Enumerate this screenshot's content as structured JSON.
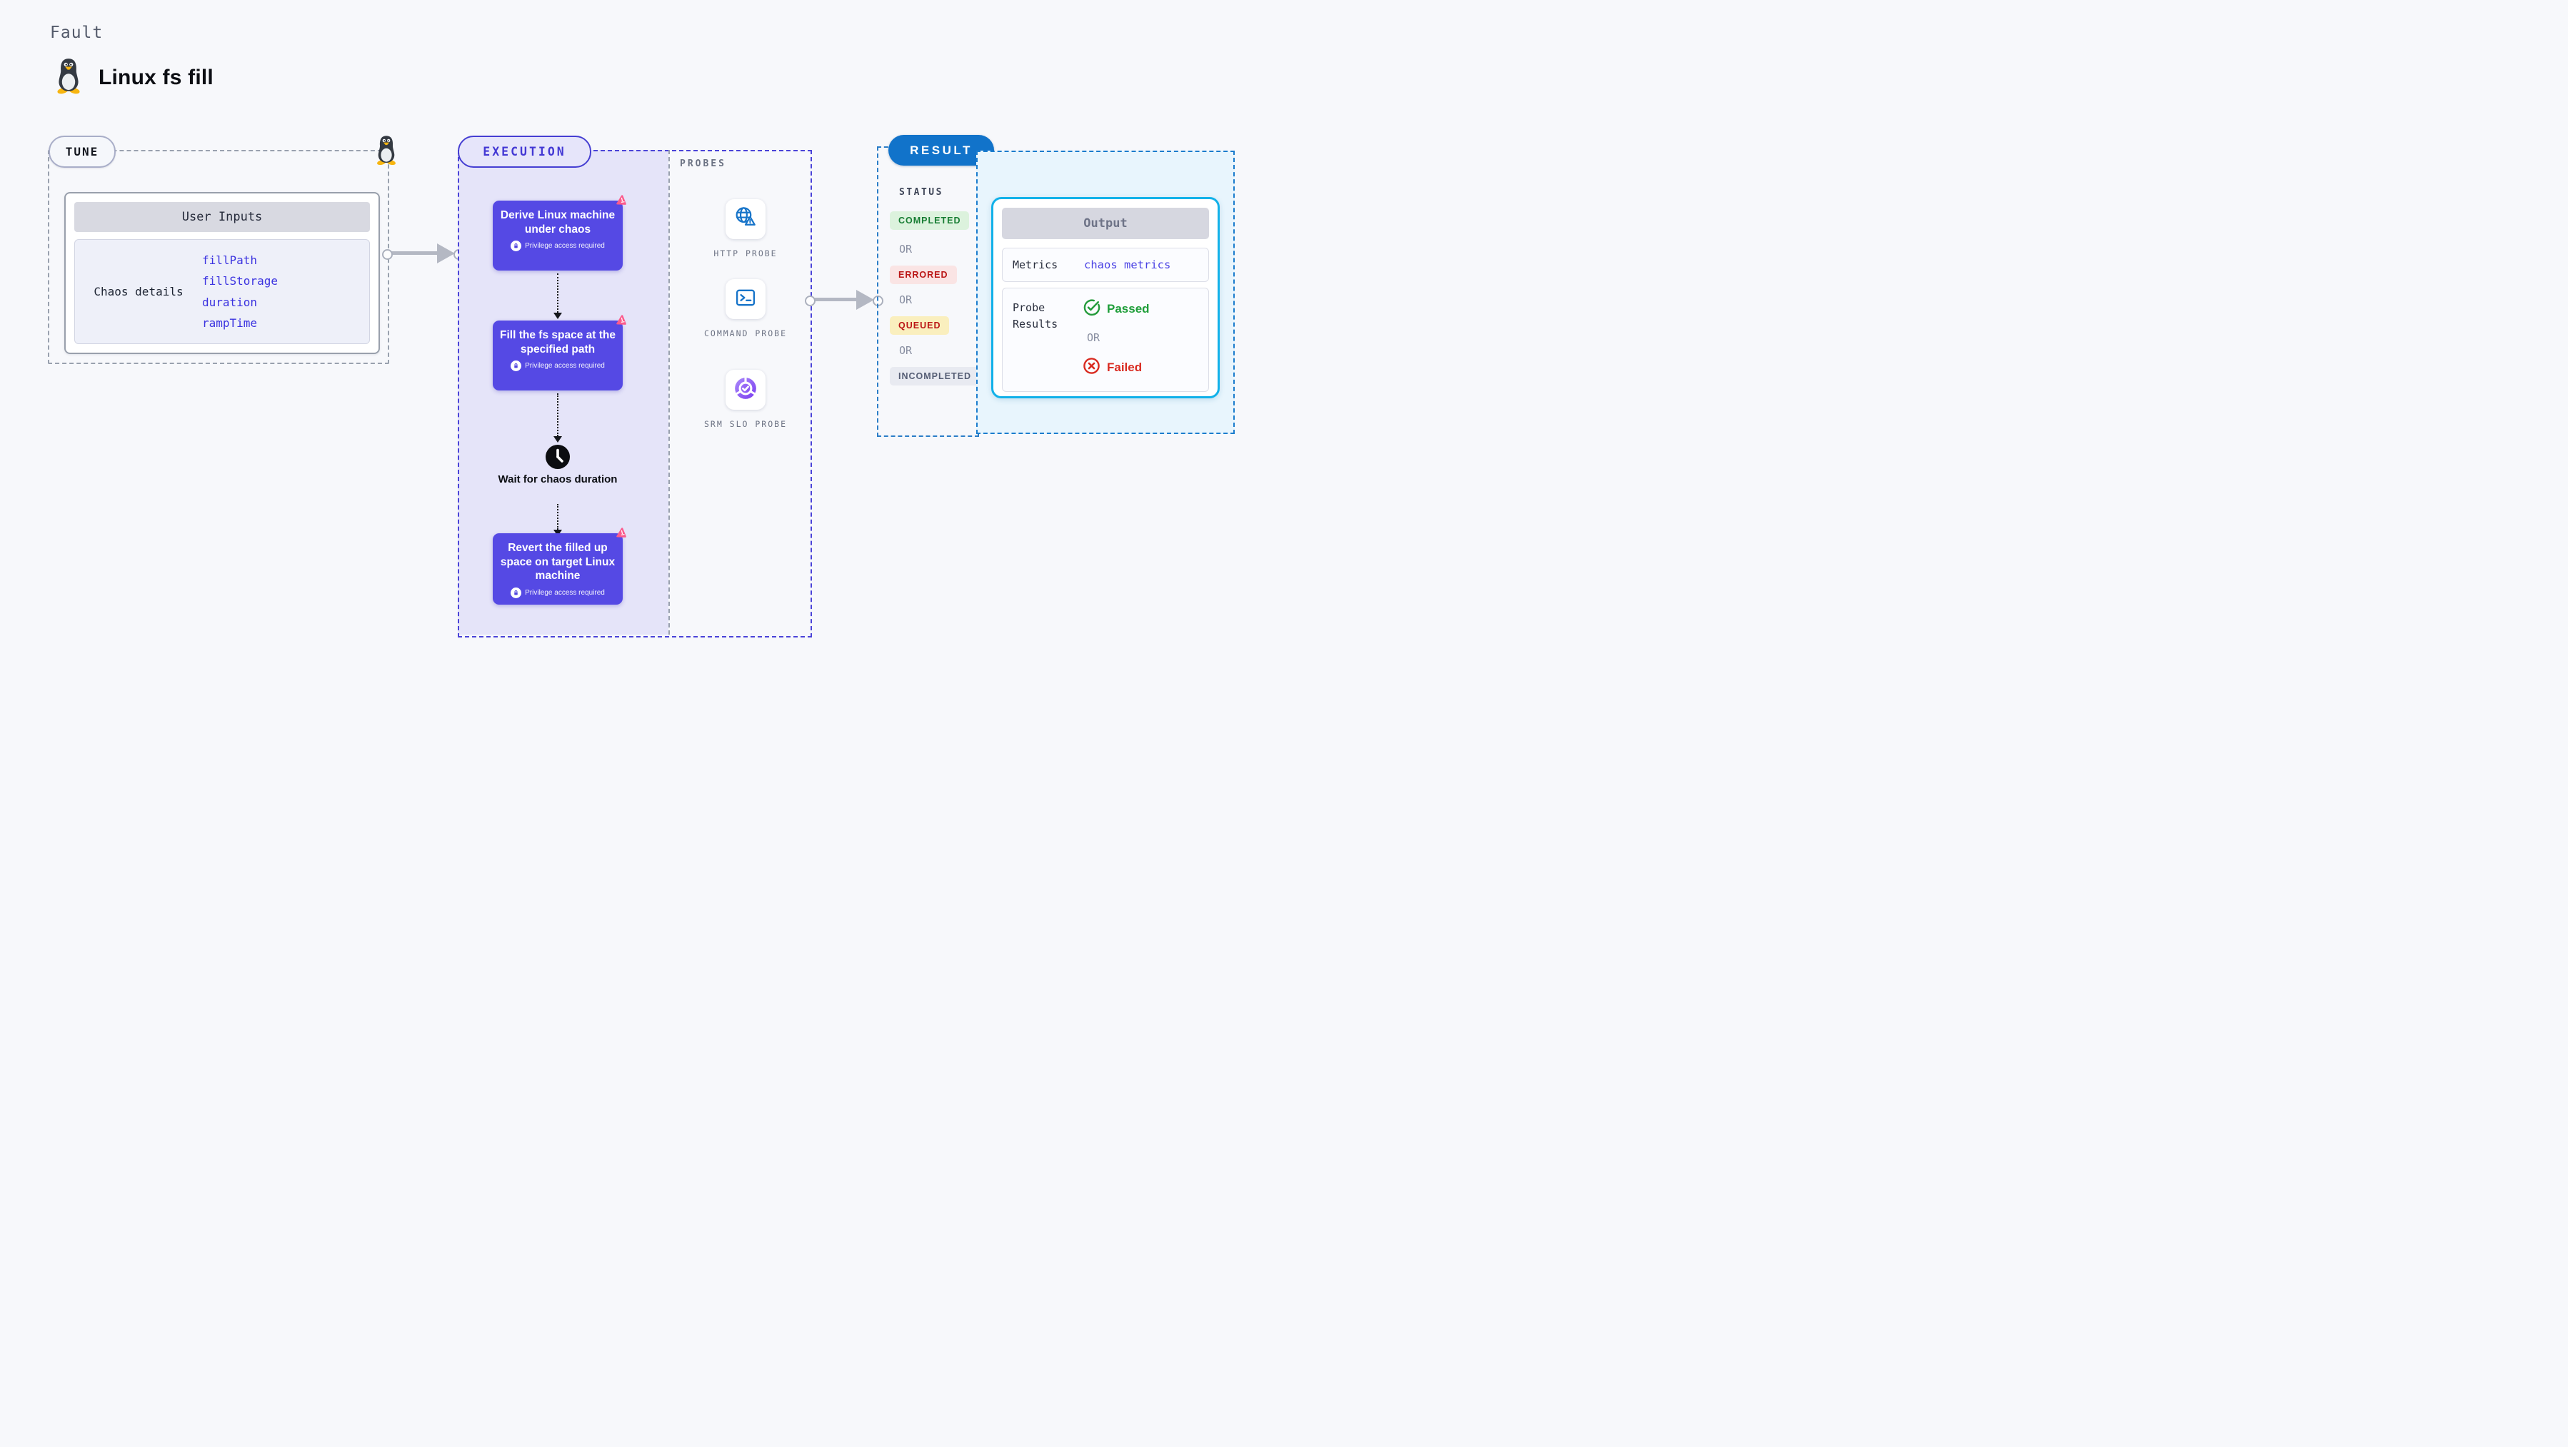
{
  "page": {
    "eyebrow": "Fault",
    "title": "Linux fs fill"
  },
  "tune": {
    "badge": "TUNE",
    "card_title": "User Inputs",
    "row_label": "Chaos details",
    "inputs": [
      "fillPath",
      "fillStorage",
      "duration",
      "rampTime"
    ]
  },
  "execution": {
    "badge": "EXECUTION",
    "steps": [
      {
        "title": "Derive Linux machine under chaos",
        "note": "Privilege access required",
        "icon": "chaos-scenario-icon"
      },
      {
        "title": "Fill the fs space at the specified path",
        "note": "Privilege access required",
        "icon": "chaos-scenario-icon"
      },
      {
        "title": "Revert the filled up space on target Linux machine",
        "note": "Privilege access required",
        "icon": "chaos-scenario-icon"
      }
    ],
    "wait": {
      "label": "Wait for chaos duration",
      "icon": "clock-icon"
    }
  },
  "probes": {
    "heading": "PROBES",
    "items": [
      {
        "label": "HTTP PROBE",
        "icon": "globe-alert-icon"
      },
      {
        "label": "COMMAND PROBE",
        "icon": "terminal-icon"
      },
      {
        "label": "SRM SLO PROBE",
        "icon": "slo-donut-icon"
      }
    ]
  },
  "result": {
    "badge": "RESULT",
    "status_heading": "STATUS",
    "or": "OR",
    "statuses": [
      {
        "label": "COMPLETED",
        "kind": "completed"
      },
      {
        "label": "ERRORED",
        "kind": "errored"
      },
      {
        "label": "QUEUED",
        "kind": "queued"
      },
      {
        "label": "INCOMPLETED",
        "kind": "incompleted"
      }
    ],
    "output": {
      "title": "Output",
      "metrics_label": "Metrics",
      "metrics_link": "chaos metrics",
      "probe_results_label": "Probe Results",
      "passed": "Passed",
      "or": "OR",
      "failed": "Failed"
    }
  },
  "colors": {
    "page_bg": "#f7f8fb",
    "indigo_border": "#4a43d8",
    "indigo_node": "#5549e4",
    "lavender_fill": "#e5e4f9",
    "pink_logo": "#fb5b8d",
    "result_blue": "#1173ca",
    "cyan_border": "#12b1e9",
    "cyan_fill": "#e8f5fd",
    "probe_icon_blue": "#1774c9",
    "passed_green": "#1f9e3a",
    "failed_red": "#d92b21",
    "queued_yellow": "#faefbe",
    "gray_dash": "#99a1ae"
  }
}
